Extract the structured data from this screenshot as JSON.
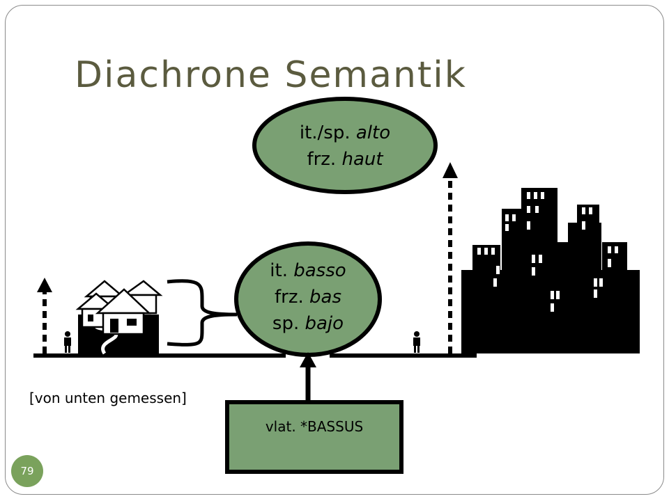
{
  "slide": {
    "title": "Diachrone Semantik",
    "page_number": "79"
  },
  "high_oval": {
    "line1_prefix": "it./sp. ",
    "line1_word": "alto",
    "line2_prefix": "frz. ",
    "line2_word": "haut"
  },
  "low_oval": {
    "line1_prefix": "it. ",
    "line1_word": "basso",
    "line2_prefix": "frz. ",
    "line2_word": "bas",
    "line3_prefix": "sp. ",
    "line3_word": "bajo"
  },
  "etymon_box": {
    "label": "vlat. *BASSUS"
  },
  "note": "[von unten gemessen]",
  "colors": {
    "oval_fill": "#7aa073",
    "title_color": "#5b5b3f",
    "page_badge": "#7aa25c"
  },
  "icons": [
    "house-icon",
    "person-icon",
    "city-skyline-icon",
    "up-arrow-icon"
  ]
}
